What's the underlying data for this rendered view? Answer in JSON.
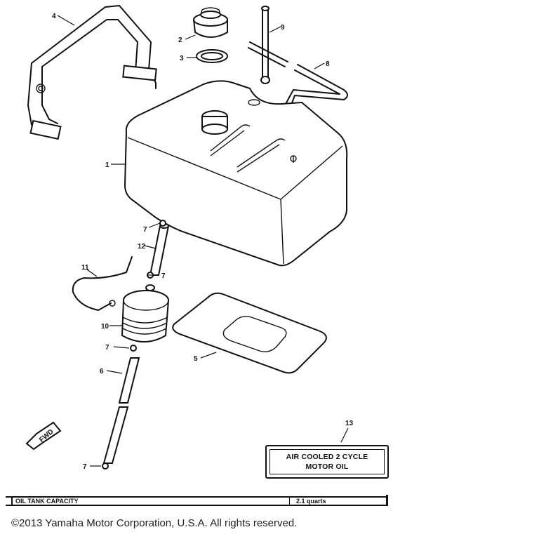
{
  "callouts": {
    "c1": "1",
    "c2": "2",
    "c3": "3",
    "c4": "4",
    "c5": "5",
    "c6": "6",
    "c7a": "7",
    "c7b": "7",
    "c7c": "7",
    "c7d": "7",
    "c8": "8",
    "c9": "9",
    "c10": "10",
    "c11": "11",
    "c12": "12",
    "c13": "13"
  },
  "fwd_label": "FWD",
  "decal": {
    "line1": "AIR COOLED 2 CYCLE",
    "line2": "MOTOR OIL"
  },
  "spec": {
    "label": "OIL TANK CAPACITY",
    "value": "2.1 quarts"
  },
  "copyright": "©2013 Yamaha Motor Corporation, U.S.A. All rights reserved."
}
